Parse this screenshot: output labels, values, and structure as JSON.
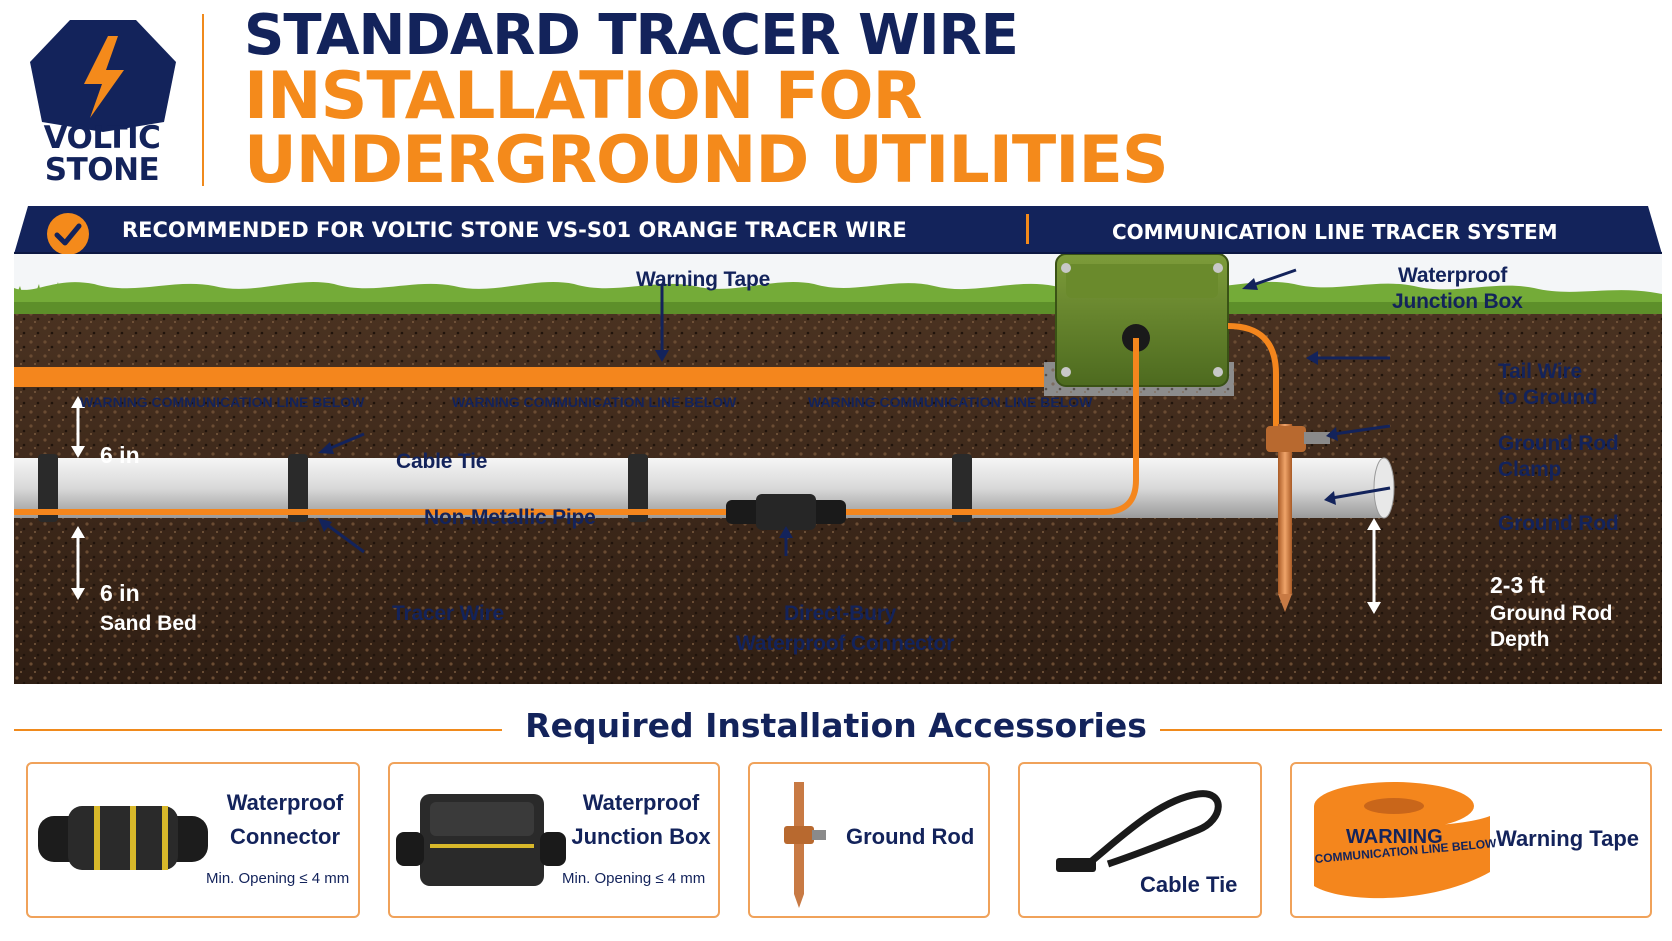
{
  "brand": {
    "name_line1": "VOLTIC",
    "name_line2": "STONE",
    "colors": {
      "navy": "#13235b",
      "orange": "#f48a1b"
    }
  },
  "title": {
    "line1": "STANDARD TRACER WIRE",
    "line2": "INSTALLATION FOR",
    "line3": "UNDERGROUND UTILITIES"
  },
  "banner": {
    "left": "RECOMMENDED FOR VOLTIC STONE VS-S01 ORANGE TRACER WIRE",
    "right": "COMMUNICATION LINE TRACER SYSTEM",
    "icon": "check-circle-icon"
  },
  "diagram": {
    "warning_tape_label": "Warning Tape",
    "tape_text": [
      "WARNING COMMUNICATION LINE BELOW",
      "WARNING COMMUNICATION LINE BELOW",
      "WARNING COMMUNICATION LINE BELOW"
    ],
    "depth_top": "6 in",
    "depth_bottom": "6 in",
    "sand_bed": "Sand Bed",
    "cable_tie": "Cable Tie",
    "pipe": "Non-Metallic Pipe",
    "tracer_wire": "Tracer Wire",
    "connector_line1": "Direct-Bury",
    "connector_line2": "Waterproof Connector",
    "junction_line1": "Waterproof",
    "junction_line2": "Junction Box",
    "tail_line1": "Tail Wire",
    "tail_line2": "to Ground",
    "clamp_line1": "Ground Rod",
    "clamp_line2": "Clamp",
    "ground_rod": "Ground Rod",
    "rod_depth_line1": "2-3 ft",
    "rod_depth_line2": "Ground Rod",
    "rod_depth_line3": "Depth"
  },
  "accessories": {
    "title": "Required Installation Accessories",
    "items": [
      {
        "name_line1": "Waterproof",
        "name_line2": "Connector",
        "note": "Min. Opening ≤ 4 mm",
        "icon": "waterproof-connector-icon"
      },
      {
        "name_line1": "Waterproof",
        "name_line2": "Junction Box",
        "note": "Min. Opening ≤ 4 mm",
        "icon": "junction-box-icon"
      },
      {
        "name_line1": "Ground Rod",
        "icon": "ground-rod-icon"
      },
      {
        "name_line1": "Cable Tie",
        "icon": "cable-tie-icon"
      },
      {
        "name_line1": "Warning Tape",
        "tape_line1": "WARNING",
        "tape_line2": "COMMUNICATION LINE BELOW",
        "icon": "warning-tape-roll-icon"
      }
    ]
  }
}
